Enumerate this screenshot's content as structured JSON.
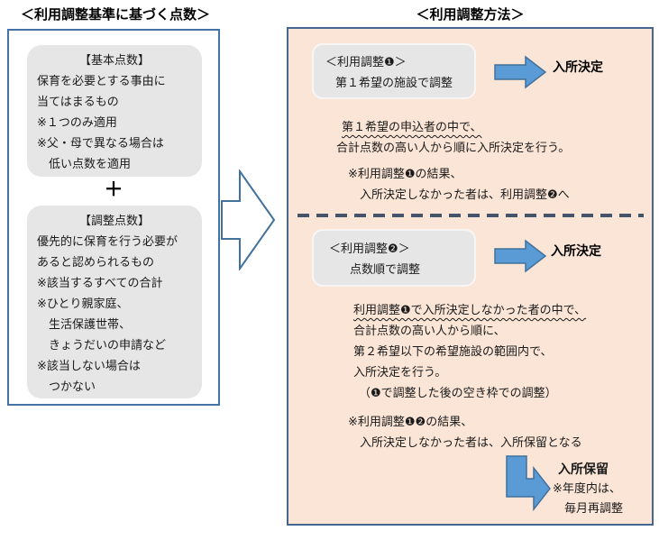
{
  "left": {
    "title": "＜利用調整基準に基づく点数＞",
    "basic_box": {
      "heading": "【基本点数】",
      "lines": [
        "保育を必要とする事由に",
        "当てはまるもの",
        "※１つのみ適用",
        "※父・母で異なる場合は",
        "　低い点数を適用"
      ]
    },
    "plus": "＋",
    "adjust_box": {
      "heading": "【調整点数】",
      "lines": [
        "優先的に保育を行う必要が",
        "あると認められるもの",
        "※該当するすべての合計",
        "※ひとり親家庭、",
        "　生活保護世帯、",
        "　きょうだいの申請など",
        "※該当しない場合は",
        "　つかない"
      ]
    }
  },
  "right": {
    "title": "＜利用調整方法＞",
    "step1": {
      "box_line1": "＜利用調整❶＞",
      "box_line2": "第１希望の施設で調整",
      "result_label": "入所決定",
      "lead_underlined": "第１希望の申込者の中で、",
      "lead_rest": "合計点数の高い人から順に入所決定を行う。",
      "note_line1": "※利用調整❶の結果、",
      "note_line2": "　入所決定しなかった者は、利用調整❷へ"
    },
    "step2": {
      "box_line1": "＜利用調整❷＞",
      "box_line2": "点数順で調整",
      "result_label": "入所決定",
      "lead_underlined": "利用調整❶で入所決定しなかった者の中で、",
      "body_lines": [
        "合計点数の高い人から順に、",
        "第２希望以下の希望施設の範囲内で、",
        "入所決定を行う。",
        "（❶で調整した後の空き枠での調整）"
      ],
      "note_line1": "※利用調整❶❷の結果、",
      "note_line2": "　入所決定しなかった者は、入所保留となる"
    },
    "hold": {
      "label": "入所保留",
      "note_line1": "※年度内は、",
      "note_line2": "　毎月再調整"
    }
  },
  "colors": {
    "peach": "#fbe5d6",
    "graybox": "#e7e6e6",
    "panel-border": "#4473a8",
    "rpanel-border": "#44668f",
    "arrow-fill": "#5b9bd5",
    "arrow-stroke": "#41719c",
    "dash": "#44546a"
  }
}
